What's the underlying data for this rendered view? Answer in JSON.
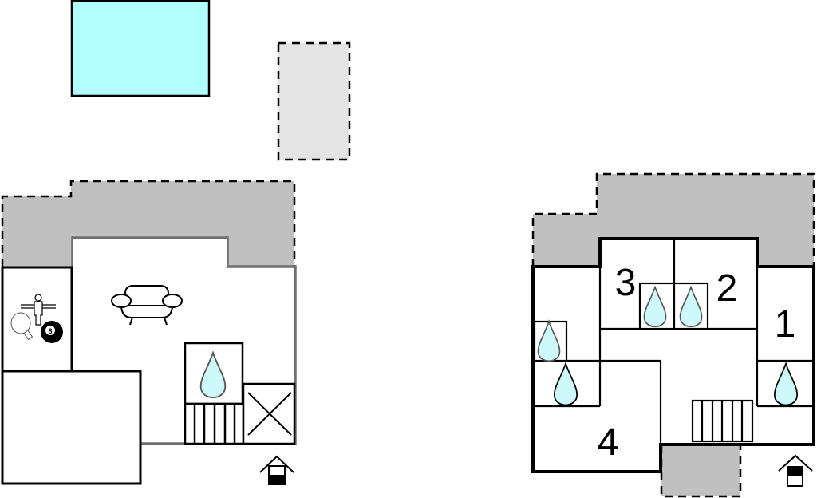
{
  "diagram": {
    "type": "floor-plan",
    "colors": {
      "pool": "#b2ffff",
      "terrace": "#c0c0c0",
      "parking": "#e4e4e4",
      "water_drop": "#cdf9fb",
      "wall": "#000000",
      "wall_grey": "#6f6f6f",
      "background": "#ffffff"
    },
    "ground_floor": {
      "elements": [
        {
          "name": "pool",
          "kind": "area"
        },
        {
          "name": "parking",
          "kind": "area",
          "outline": "dashed"
        },
        {
          "name": "terrace",
          "kind": "area",
          "outline": "dashed"
        },
        {
          "name": "game-room",
          "kind": "room",
          "icons": [
            "table-football-icon",
            "table-tennis-icon",
            "billiard-8-ball-icon"
          ]
        },
        {
          "name": "living-room",
          "kind": "room",
          "icons": [
            "sofa-icon"
          ]
        },
        {
          "name": "storage-room",
          "kind": "room"
        },
        {
          "name": "bathroom",
          "kind": "room",
          "icons": [
            "water-drop-icon"
          ]
        },
        {
          "name": "staircase",
          "kind": "stairs"
        },
        {
          "name": "void",
          "kind": "open-space",
          "icons": [
            "cross-icon"
          ]
        },
        {
          "name": "floor-indicator",
          "kind": "legend",
          "floor": "ground"
        }
      ]
    },
    "upper_floor": {
      "rooms": [
        {
          "label": "1",
          "name": "bedroom-1"
        },
        {
          "label": "2",
          "name": "bedroom-2"
        },
        {
          "label": "3",
          "name": "bedroom-3"
        },
        {
          "label": "4",
          "name": "bedroom-4"
        }
      ],
      "bathrooms": 5,
      "elements": [
        {
          "name": "terrace",
          "kind": "area",
          "outline": "dashed"
        },
        {
          "name": "balcony",
          "kind": "area",
          "outline": "dashed"
        },
        {
          "name": "staircase",
          "kind": "stairs"
        },
        {
          "name": "floor-indicator",
          "kind": "legend",
          "floor": "upper"
        }
      ]
    }
  }
}
